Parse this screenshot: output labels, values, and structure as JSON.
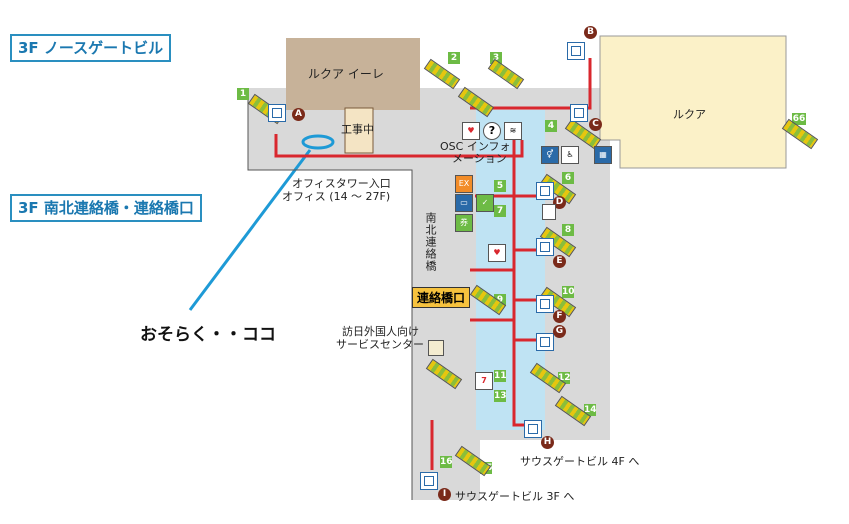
{
  "header": {
    "north_gate_label": "3F ノースゲートビル",
    "bridge_label": "3F 南北連絡橋・連絡橋口"
  },
  "annotation": {
    "note": "おそらく・・ココ"
  },
  "map": {
    "lucua_1100": "ルクア イーレ",
    "construction": "工事中",
    "lucua": "ルクア",
    "office_entrance_l1": "オフィスタワー入口",
    "office_entrance_l2": "オフィス (14 ～ 27F)",
    "osc_info_l1": "OSC インフォ",
    "osc_info_l2": "メーション",
    "nanboku_bridge": "南北連絡橋",
    "bridge_gate": "連絡橋口",
    "visitor_center_l1": "訪日外国人向け",
    "visitor_center_l2": "サービスセンター",
    "southgate_4f": "サウスゲートビル 4F へ",
    "southgate_3f": "サウスゲートビル 3F へ"
  },
  "escalator_numbers": [
    "1",
    "2",
    "3",
    "4",
    "5",
    "6",
    "7",
    "8",
    "9",
    "10",
    "11",
    "12",
    "13",
    "14",
    "15",
    "16",
    "66"
  ],
  "elevator_letters": [
    "A",
    "B",
    "C",
    "D",
    "E",
    "F",
    "G",
    "H",
    "I"
  ],
  "icons": [
    "aed-icon",
    "question-icon",
    "wifi-icon",
    "restroom-icon",
    "wheelchair-icon",
    "locker-icon",
    "ex-icon",
    "ticket-icon",
    "shinkansen-icon",
    "seven-eleven-icon"
  ],
  "colors": {
    "route": "#d9272e",
    "highlight": "#1e9ad6",
    "platform": "#bfe3f3",
    "walkway": "#d9d9d9",
    "building": "#fbf1c8",
    "lucua_1100_fill": "#c7b299",
    "escalator_marker": "#6dbb45",
    "elevator_marker": "#7a2a1a"
  }
}
